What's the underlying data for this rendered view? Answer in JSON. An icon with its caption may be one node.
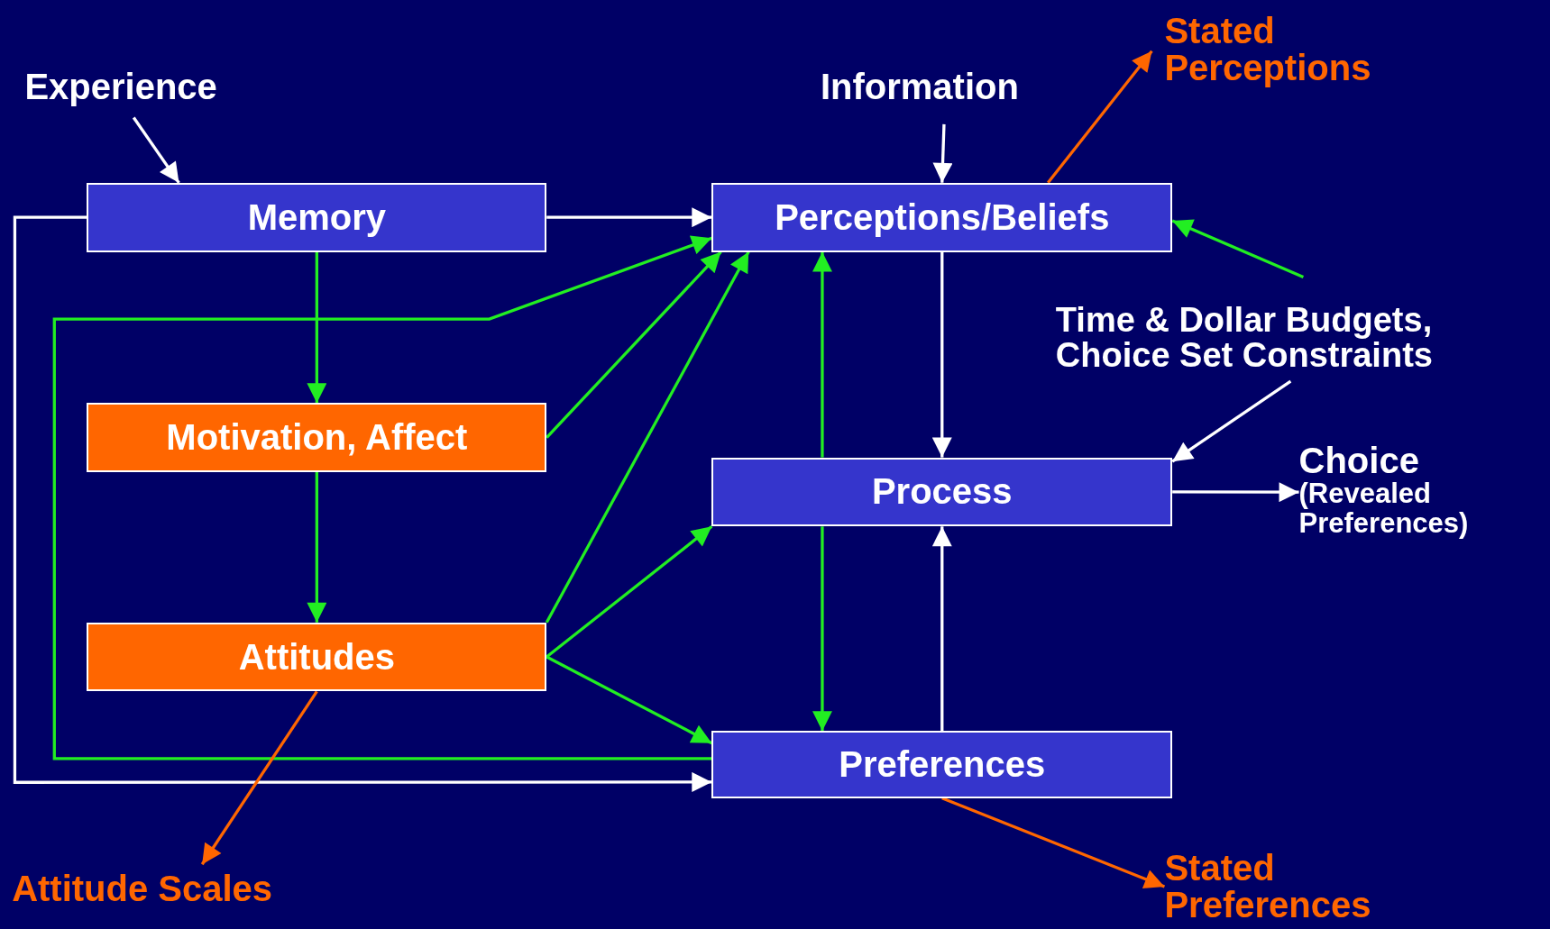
{
  "diagram": {
    "nodes": [
      {
        "text": [
          "Experience"
        ]
      },
      {
        "text": [
          "Memory"
        ]
      },
      {
        "text": [
          "Information"
        ]
      },
      {
        "text": [
          "Perceptions/Beliefs"
        ]
      },
      {
        "text": [
          "Stated Perceptions"
        ]
      },
      {
        "text": [
          "Motivation, Affect"
        ]
      },
      {
        "text": [
          "Time & Dollar Budgets, Choice Set Constraints"
        ]
      },
      {
        "text": [
          "Process"
        ]
      },
      {
        "text": [
          "Choice",
          "(Revealed Preferences)"
        ]
      },
      {
        "text": [
          "Attitudes"
        ]
      },
      {
        "text": [
          "Preferences"
        ]
      },
      {
        "text": [
          "Attitude Scales"
        ]
      },
      {
        "text": [
          "Stated Preferences"
        ]
      }
    ],
    "edges": [
      {
        "from": 0,
        "to": 1,
        "arrow": "to",
        "color": "#ffffff"
      },
      {
        "from": 2,
        "to": 3,
        "arrow": "to",
        "color": "#ffffff"
      },
      {
        "from": 3,
        "to": 4,
        "arrow": "to",
        "color": "#ff6600"
      },
      {
        "from": 1,
        "to": 3,
        "arrow": "to",
        "color": "#ffffff"
      },
      {
        "from": 1,
        "to": 10,
        "arrow": "to",
        "color": "#ffffff"
      },
      {
        "from": 1,
        "to": 5,
        "arrow": "to"
      },
      {
        "from": 10,
        "to": 3,
        "arrow": "to"
      },
      {
        "from": 5,
        "to": 3,
        "arrow": "to"
      },
      {
        "from": 5,
        "to": 9,
        "arrow": "to"
      },
      {
        "from": 9,
        "to": 3,
        "arrow": "to"
      },
      {
        "from": 9,
        "to": 7,
        "arrow": "to"
      },
      {
        "from": 9,
        "to": 10,
        "arrow": "to"
      },
      {
        "from": 3,
        "to": 7,
        "arrow": "to",
        "color": "#ffffff"
      },
      {
        "from": 7,
        "to": 3,
        "arrow": "to"
      },
      {
        "from": 7,
        "to": 10,
        "arrow": "to"
      },
      {
        "from": 10,
        "to": 7,
        "arrow": "to",
        "color": "#ffffff"
      },
      {
        "from": 6,
        "to": 3,
        "arrow": "to"
      },
      {
        "from": 6,
        "to": 7,
        "arrow": "to",
        "color": "#ffffff"
      },
      {
        "from": 7,
        "to": 8,
        "arrow": "to",
        "color": "#ffffff"
      },
      {
        "from": 9,
        "to": 11,
        "arrow": "to",
        "color": "#ff6600"
      },
      {
        "from": 10,
        "to": 12,
        "arrow": "to",
        "color": "#ff6600"
      }
    ]
  }
}
